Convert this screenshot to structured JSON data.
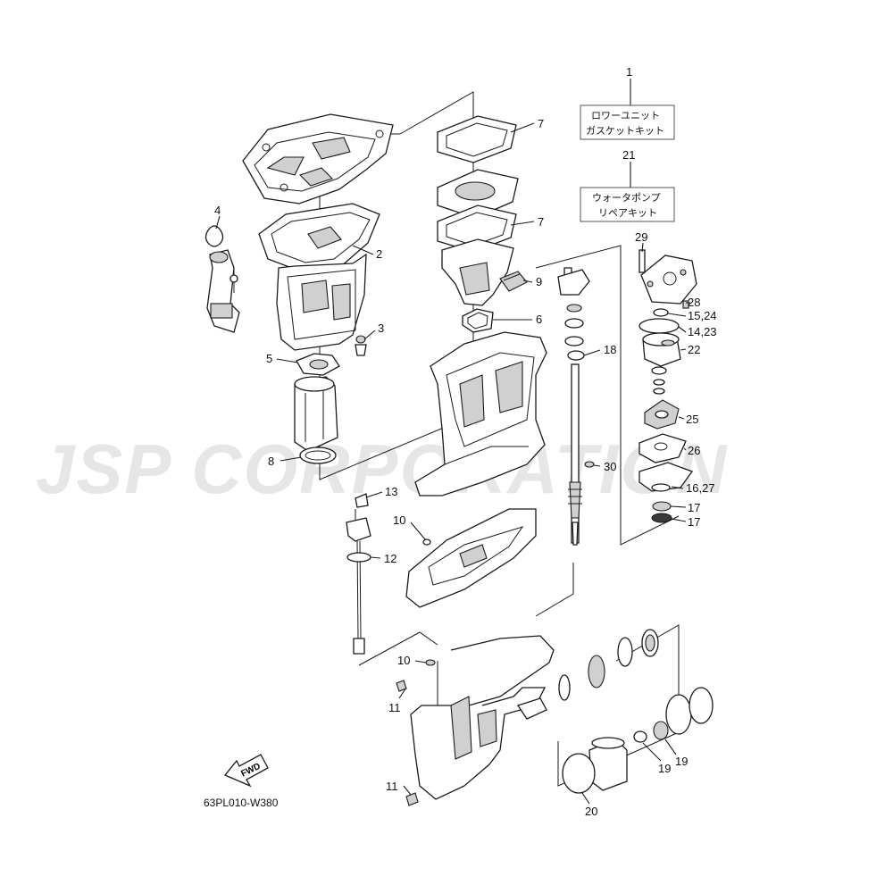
{
  "watermark": "JSP CORPORATION",
  "diagram_code": "63PL010-W380",
  "fwd_label": "FWD",
  "kits": [
    {
      "number": "1",
      "line1": "ロワーユニット",
      "line2": "ガスケットキット"
    },
    {
      "number": "21",
      "line1": "ウォータポンプ",
      "line2": "リペアキット"
    }
  ],
  "callouts": [
    {
      "id": "4",
      "label": "4"
    },
    {
      "id": "2",
      "label": "2"
    },
    {
      "id": "3",
      "label": "3"
    },
    {
      "id": "5",
      "label": "5"
    },
    {
      "id": "8",
      "label": "8"
    },
    {
      "id": "7a",
      "label": "7"
    },
    {
      "id": "7b",
      "label": "7"
    },
    {
      "id": "9",
      "label": "9"
    },
    {
      "id": "6",
      "label": "6"
    },
    {
      "id": "18",
      "label": "18"
    },
    {
      "id": "30",
      "label": "30"
    },
    {
      "id": "13",
      "label": "13"
    },
    {
      "id": "10a",
      "label": "10"
    },
    {
      "id": "12",
      "label": "12"
    },
    {
      "id": "10b",
      "label": "10"
    },
    {
      "id": "11a",
      "label": "11"
    },
    {
      "id": "11b",
      "label": "11"
    },
    {
      "id": "29",
      "label": "29"
    },
    {
      "id": "28",
      "label": "28"
    },
    {
      "id": "15_24",
      "label": "15,24"
    },
    {
      "id": "14_23",
      "label": "14,23"
    },
    {
      "id": "22",
      "label": "22"
    },
    {
      "id": "25",
      "label": "25"
    },
    {
      "id": "26",
      "label": "26"
    },
    {
      "id": "16_27",
      "label": "16,27"
    },
    {
      "id": "17a",
      "label": "17"
    },
    {
      "id": "17b",
      "label": "17"
    },
    {
      "id": "19a",
      "label": "19"
    },
    {
      "id": "19b",
      "label": "19"
    },
    {
      "id": "20",
      "label": "20"
    }
  ]
}
